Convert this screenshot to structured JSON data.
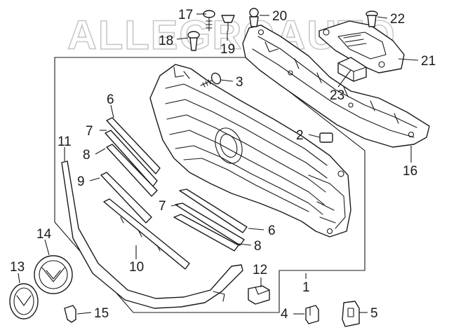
{
  "watermark": "ALLEGROAUTO",
  "callouts": [
    {
      "id": "c17",
      "label": "17"
    },
    {
      "id": "c18",
      "label": "18"
    },
    {
      "id": "c19",
      "label": "19"
    },
    {
      "id": "c20",
      "label": "20"
    },
    {
      "id": "c22",
      "label": "22"
    },
    {
      "id": "c21",
      "label": "21"
    },
    {
      "id": "c3",
      "label": "3"
    },
    {
      "id": "c23",
      "label": "23"
    },
    {
      "id": "c6a",
      "label": "6"
    },
    {
      "id": "c7a",
      "label": "7"
    },
    {
      "id": "c8a",
      "label": "8"
    },
    {
      "id": "c11",
      "label": "11"
    },
    {
      "id": "c9",
      "label": "9"
    },
    {
      "id": "c2",
      "label": "2"
    },
    {
      "id": "c16",
      "label": "16"
    },
    {
      "id": "c7b",
      "label": "7"
    },
    {
      "id": "c6b",
      "label": "6"
    },
    {
      "id": "c8b",
      "label": "8"
    },
    {
      "id": "c14",
      "label": "14"
    },
    {
      "id": "c10",
      "label": "10"
    },
    {
      "id": "c13",
      "label": "13"
    },
    {
      "id": "c12",
      "label": "12"
    },
    {
      "id": "c1",
      "label": "1"
    },
    {
      "id": "c15",
      "label": "15"
    },
    {
      "id": "c4",
      "label": "4"
    },
    {
      "id": "c5",
      "label": "5"
    }
  ]
}
